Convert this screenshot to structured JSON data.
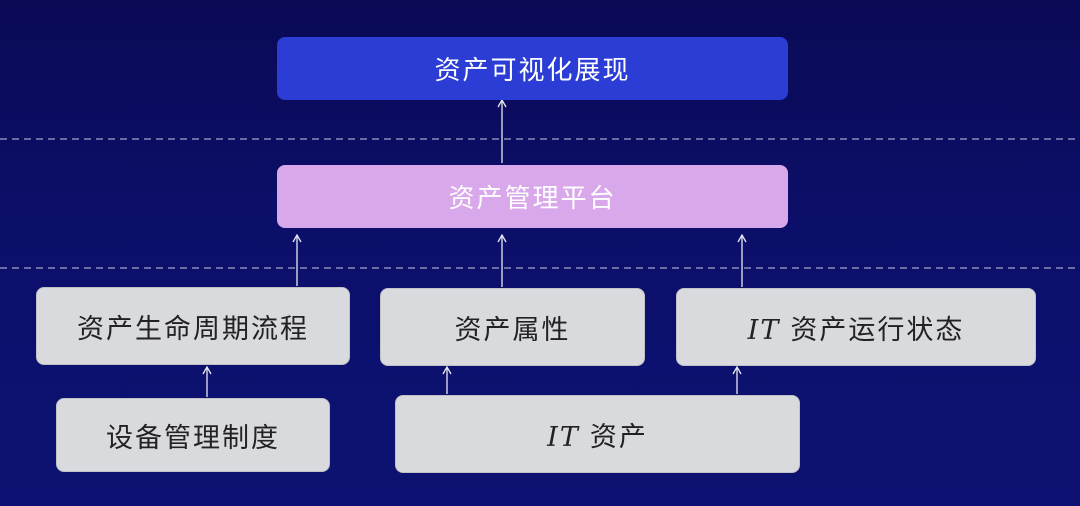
{
  "diagram": {
    "top_node": "资产可视化展现",
    "platform_node": "资产管理平台",
    "lifecycle_node": "资产生命周期流程",
    "attribute_node": "资产属性",
    "it_status_node": {
      "prefix": "IT",
      "text": "资产运行状态"
    },
    "policy_node": "设备管理制度",
    "it_asset_node": {
      "prefix": "IT",
      "text": "资产"
    }
  },
  "colors": {
    "top_node": "#2b3dd4",
    "platform_node": "#d9a8ea",
    "base_nodes": "#d9dade",
    "background": "#0c0f6a"
  }
}
